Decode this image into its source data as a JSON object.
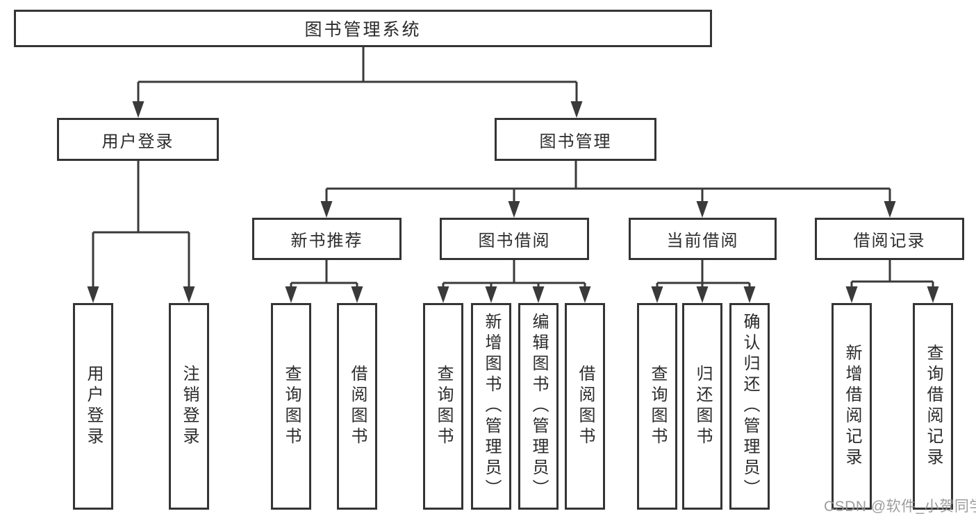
{
  "diagram": {
    "type": "tree-structure-diagram",
    "root": {
      "label": "图书管理系统"
    },
    "level2": [
      {
        "label": "用户登录"
      },
      {
        "label": "图书管理"
      }
    ],
    "level3": [
      {
        "parent": "图书管理",
        "label": "新书推荐"
      },
      {
        "parent": "图书管理",
        "label": "图书借阅"
      },
      {
        "parent": "图书管理",
        "label": "当前借阅"
      },
      {
        "parent": "图书管理",
        "label": "借阅记录"
      }
    ],
    "leaves": [
      {
        "parent": "用户登录",
        "label": "用户登录"
      },
      {
        "parent": "用户登录",
        "label": "注销登录"
      },
      {
        "parent": "新书推荐",
        "label": "查询图书"
      },
      {
        "parent": "新书推荐",
        "label": "借阅图书"
      },
      {
        "parent": "图书借阅",
        "label": "查询图书"
      },
      {
        "parent": "图书借阅",
        "label": "新增图书（管理员）"
      },
      {
        "parent": "图书借阅",
        "label": "编辑图书（管理员）"
      },
      {
        "parent": "图书借阅",
        "label": "借阅图书"
      },
      {
        "parent": "当前借阅",
        "label": "查询图书"
      },
      {
        "parent": "当前借阅",
        "label": "归还图书"
      },
      {
        "parent": "当前借阅",
        "label": "确认归还（管理员）"
      },
      {
        "parent": "借阅记录",
        "label": "新增借阅记录"
      },
      {
        "parent": "借阅记录",
        "label": "查询借阅记录"
      }
    ]
  },
  "watermark": {
    "text": "CSDN @软件_小贺同学"
  },
  "colors": {
    "background": "#ffffff",
    "line": "#3a3a3a",
    "box_border": "#343434",
    "text": "#2b2b2b",
    "watermark": "#949494"
  }
}
